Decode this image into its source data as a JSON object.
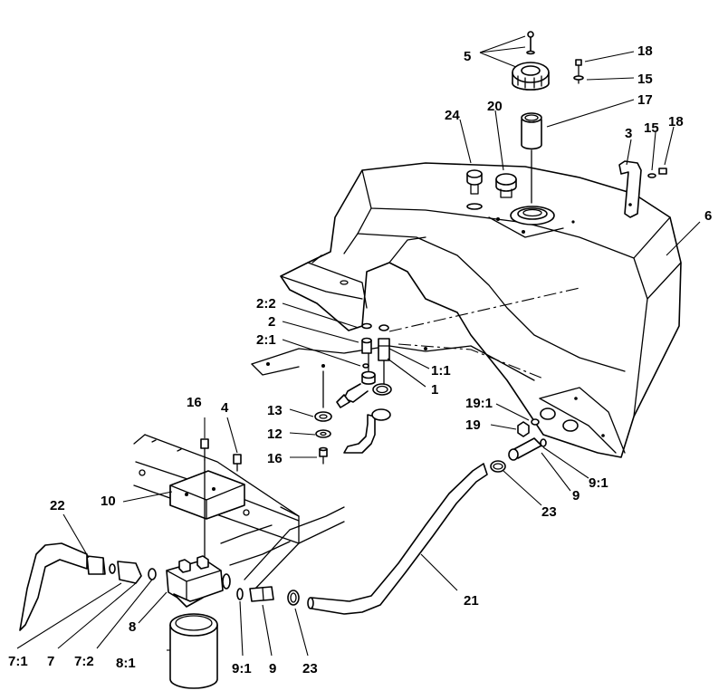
{
  "labels": {
    "n1": "1",
    "n1_1": "1:1",
    "n2": "2",
    "n2_1": "2:1",
    "n2_2": "2:2",
    "n3": "3",
    "n4": "4",
    "n5": "5",
    "n6": "6",
    "n7": "7",
    "n7_1": "7:1",
    "n7_2": "7:2",
    "n8": "8",
    "n8_1": "8:1",
    "n9_a": "9",
    "n9_1_a": "9:1",
    "n9_b": "9",
    "n9_1_b": "9:1",
    "n10": "10",
    "n12": "12",
    "n13": "13",
    "n15_a": "15",
    "n15_b": "15",
    "n16_a": "16",
    "n16_b": "16",
    "n17": "17",
    "n18_a": "18",
    "n18_b": "18",
    "n19": "19",
    "n19_1": "19:1",
    "n20": "20",
    "n21": "21",
    "n22": "22",
    "n23_a": "23",
    "n23_b": "23",
    "n24": "24"
  }
}
